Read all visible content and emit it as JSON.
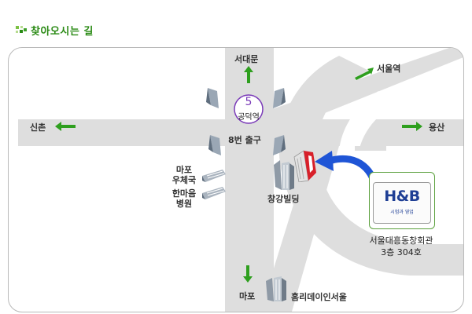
{
  "header": {
    "title": "찾아오시는 길"
  },
  "map": {
    "station": {
      "number": "5",
      "name": "공덕역"
    },
    "labels": {
      "north": "서대문",
      "northeast": "서울역",
      "west": "신촌",
      "east": "용산",
      "south": "마포",
      "exit": "8번 출구",
      "post_office_1": "마포",
      "post_office_2": "우체국",
      "hospital_1": "한마음",
      "hospital_2": "병원",
      "building": "창강빌딩",
      "bottom_building": "홈리데이인서울"
    },
    "destination": {
      "logo": "H&B",
      "logo_sub": "시험과 영업",
      "address_1": "서울대흥동창회관",
      "address_2": "3층  304호"
    },
    "colors": {
      "road": "#dedede",
      "arrow": "#2e9f1e",
      "title": "#2a8a14",
      "station": "#7a3ab8",
      "blue_arrow": "#1f55d6",
      "target": "#d8202a"
    }
  }
}
